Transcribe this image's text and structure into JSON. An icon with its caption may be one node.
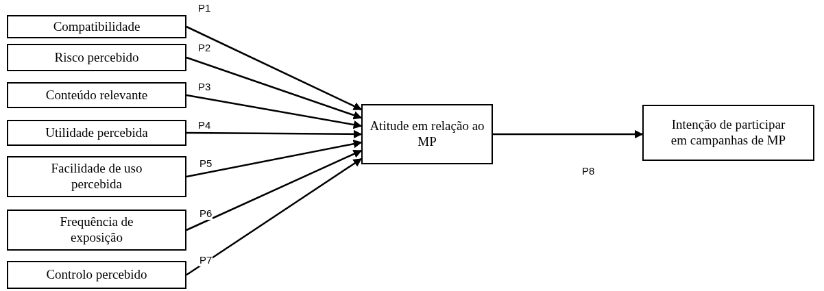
{
  "diagram": {
    "nodes": [
      {
        "text": [
          "Compatibilidade"
        ]
      },
      {
        "text": [
          "Risco percebido"
        ]
      },
      {
        "text": [
          "Conteúdo relevante"
        ]
      },
      {
        "text": [
          "Utilidade percebida"
        ]
      },
      {
        "text": [
          "Facilidade de uso percebida"
        ]
      },
      {
        "text": [
          "Frequência de exposição"
        ]
      },
      {
        "text": [
          "Controlo percebido"
        ]
      },
      {
        "text": [
          "Atitude em relação ao MP"
        ]
      },
      {
        "text": [
          "Intenção de participar em campanhas de MP"
        ]
      }
    ],
    "edges": [
      {
        "from": 0,
        "to": 7,
        "arrow": "to",
        "label": "P1"
      },
      {
        "from": 1,
        "to": 7,
        "arrow": "to",
        "label": "P2"
      },
      {
        "from": 2,
        "to": 7,
        "arrow": "to",
        "label": "P3"
      },
      {
        "from": 3,
        "to": 7,
        "arrow": "to",
        "label": "P4"
      },
      {
        "from": 4,
        "to": 7,
        "arrow": "to",
        "label": "P5"
      },
      {
        "from": 5,
        "to": 7,
        "arrow": "to",
        "label": "P6"
      },
      {
        "from": 6,
        "to": 7,
        "arrow": "to",
        "label": "P7"
      },
      {
        "from": 7,
        "to": 8,
        "arrow": "to",
        "label": "P8"
      }
    ]
  }
}
